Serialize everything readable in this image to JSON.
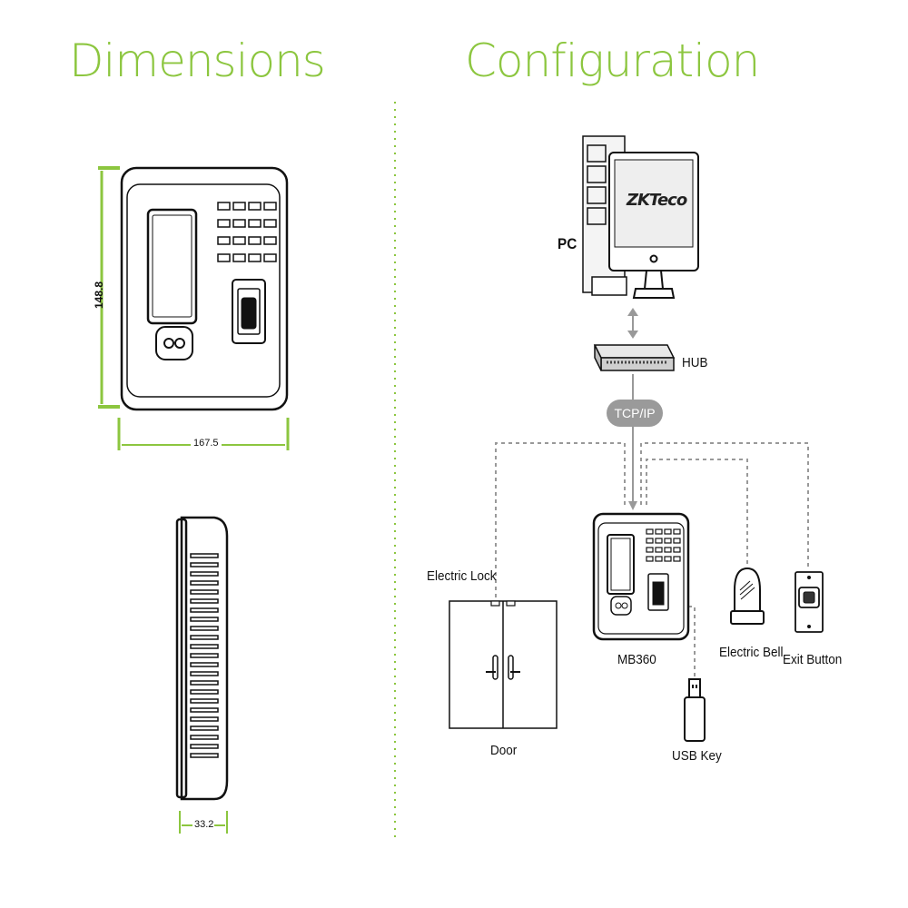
{
  "headings": {
    "dimensions": "Dimensions",
    "configuration": "Configuration"
  },
  "dimensions": {
    "height": "148.8",
    "width": "167.5",
    "depth": "33.2"
  },
  "configuration": {
    "pc": "PC",
    "brand": "ZKTeco",
    "hub": "HUB",
    "link": "TCP/IP",
    "device": "MB360",
    "electric_lock": "Electric Lock",
    "door": "Door",
    "usb_key": "USB Key",
    "electric_bell": "Electric Bell",
    "exit_button": "Exit Button"
  },
  "colors": {
    "accent": "#8cc63f",
    "line": "#111111",
    "dashed": "#999999",
    "badge": "#9a9a9a"
  }
}
